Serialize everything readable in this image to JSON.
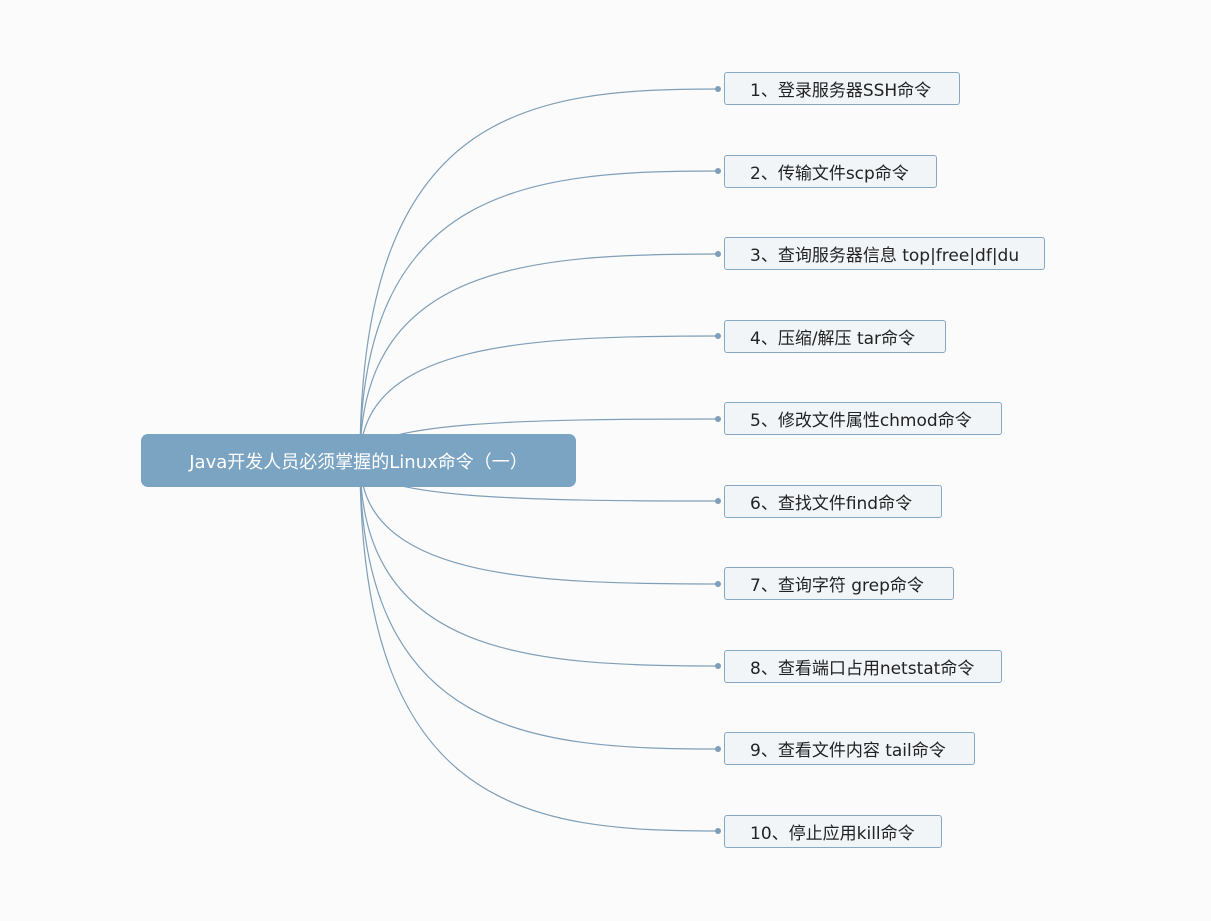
{
  "colors": {
    "background": "#fbfbfb",
    "root_fill": "#7aa4c2",
    "link": "#7f9fb8",
    "node_fill": "#f1f5f8",
    "node_border": "#86a8c4"
  },
  "root": {
    "label": "Java开发人员必须掌握的Linux命令（一）"
  },
  "topics": [
    {
      "label": "1、登录服务器SSH命令"
    },
    {
      "label": "2、传输文件scp命令"
    },
    {
      "label": "3、查询服务器信息 top|free|df|du"
    },
    {
      "label": "4、压缩/解压 tar命令"
    },
    {
      "label": "5、修改文件属性chmod命令"
    },
    {
      "label": "6、查找文件find命令"
    },
    {
      "label": "7、查询字符 grep命令"
    },
    {
      "label": "8、查看端口占用netstat命令"
    },
    {
      "label": "9、查看文件内容 tail命令"
    },
    {
      "label": "10、停止应用kill命令"
    }
  ]
}
